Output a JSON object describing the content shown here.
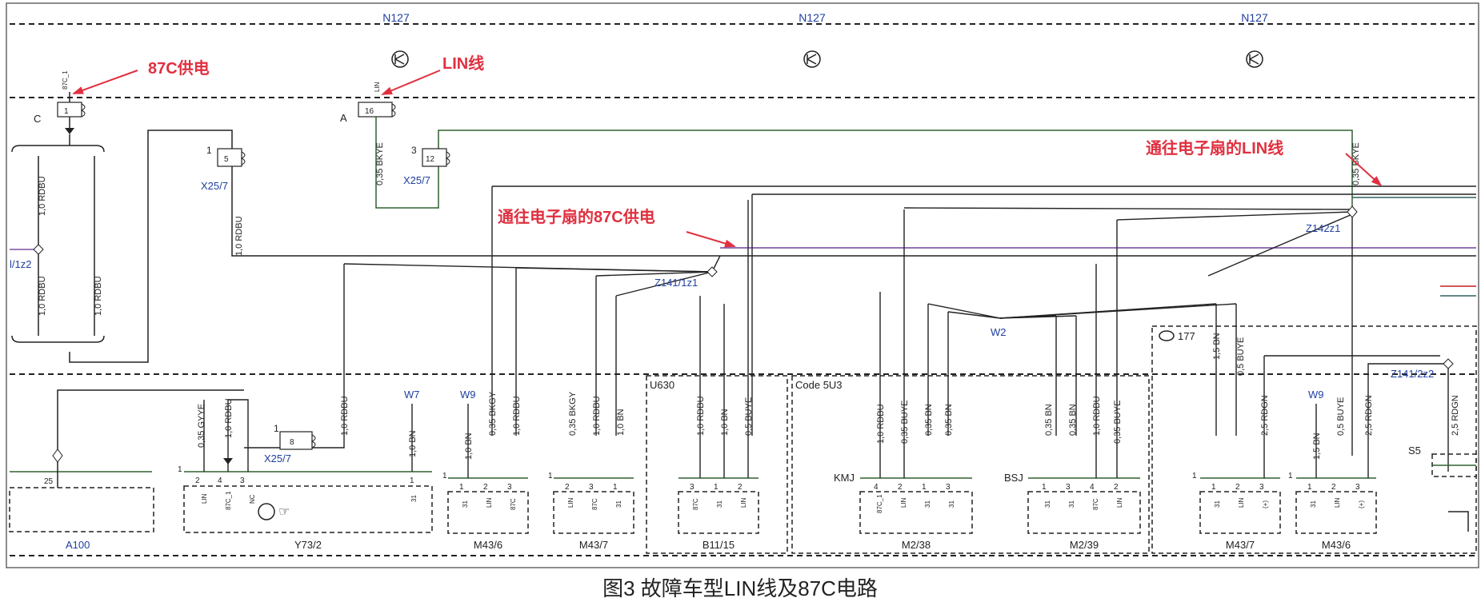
{
  "caption": "图3 故障车型LIN线及87C电路",
  "modules": {
    "top": "N127",
    "a100": "A100",
    "u630": "U630",
    "code5u3": "Code 5U3",
    "opt177": "177"
  },
  "annotations": {
    "power_87c": "87C供电",
    "lin_line": "LIN线",
    "fan_lin": "通往电子扇的LIN线",
    "fan_87c": "通往电子扇的87C供电"
  },
  "nodes": {
    "z142": "Z142z1",
    "z141": "Z141/1z1",
    "w2": "W2",
    "z141_2": "Z141/2z2",
    "left_split": "l/1z2"
  },
  "connectors": {
    "c": "C",
    "a": "A",
    "x25_7": "X25/7",
    "p1": "1",
    "p3": "3",
    "p5": "5",
    "p12": "12",
    "p8": "8",
    "p16": "16",
    "p25": "25",
    "pin87c1": "87C_1",
    "pinlin": "LIN",
    "ground_w7": "W7",
    "ground_w9": "W9",
    "kmj": "KMJ",
    "bsj": "BSJ",
    "s5": "S5"
  },
  "wires": {
    "rdbu10": "1,0 RDBU",
    "bn10": "1,0 BN",
    "bkye035": "0,35 BKYE",
    "bkgy035": "0,35 BKGY",
    "gyye035": "0,35 GYYE",
    "buye05": "0,5 BUYE",
    "buye035": "0,35 BUYE",
    "bn035": "0,35 BN",
    "bn15": "1,5 BN",
    "rdgn25": "2,5 RDGN"
  },
  "components": [
    {
      "id": "y73",
      "name": "Y73/2",
      "pins": [
        "2",
        "4",
        "3",
        "1"
      ],
      "pin_labels": [
        "LIN",
        "87C_1",
        "NC",
        "31"
      ]
    },
    {
      "id": "m436a",
      "name": "M43/6",
      "pins": [
        "1",
        "2",
        "3"
      ],
      "pin_labels": [
        "31",
        "LIN",
        "87C"
      ]
    },
    {
      "id": "m437a",
      "name": "M43/7",
      "pins": [
        "2",
        "3",
        "1"
      ],
      "pin_labels": [
        "LIN",
        "87C",
        "31"
      ]
    },
    {
      "id": "b1115",
      "name": "B11/15",
      "pins": [
        "3",
        "1",
        "2"
      ],
      "pin_labels": [
        "87C",
        "31",
        "LIN"
      ]
    },
    {
      "id": "m238",
      "name": "M2/38",
      "pins": [
        "4",
        "2",
        "1",
        "3"
      ],
      "pin_labels": [
        "87C_1",
        "LIN",
        "31",
        "31"
      ]
    },
    {
      "id": "m239",
      "name": "M2/39",
      "pins": [
        "1",
        "3",
        "4",
        "2"
      ],
      "pin_labels": [
        "31",
        "31",
        "87C",
        "LIN"
      ]
    },
    {
      "id": "m437b",
      "name": "M43/7",
      "pins": [
        "1",
        "2",
        "3"
      ],
      "pin_labels": [
        "31",
        "LIN",
        "(+)"
      ]
    },
    {
      "id": "m436b",
      "name": "M43/6",
      "pins": [
        "1",
        "2",
        "3"
      ],
      "pin_labels": [
        "31",
        "LIN",
        "(+)"
      ]
    }
  ],
  "colors": {
    "accent": "#e03040",
    "label_blue": "#2040a0",
    "line": "#222222"
  }
}
